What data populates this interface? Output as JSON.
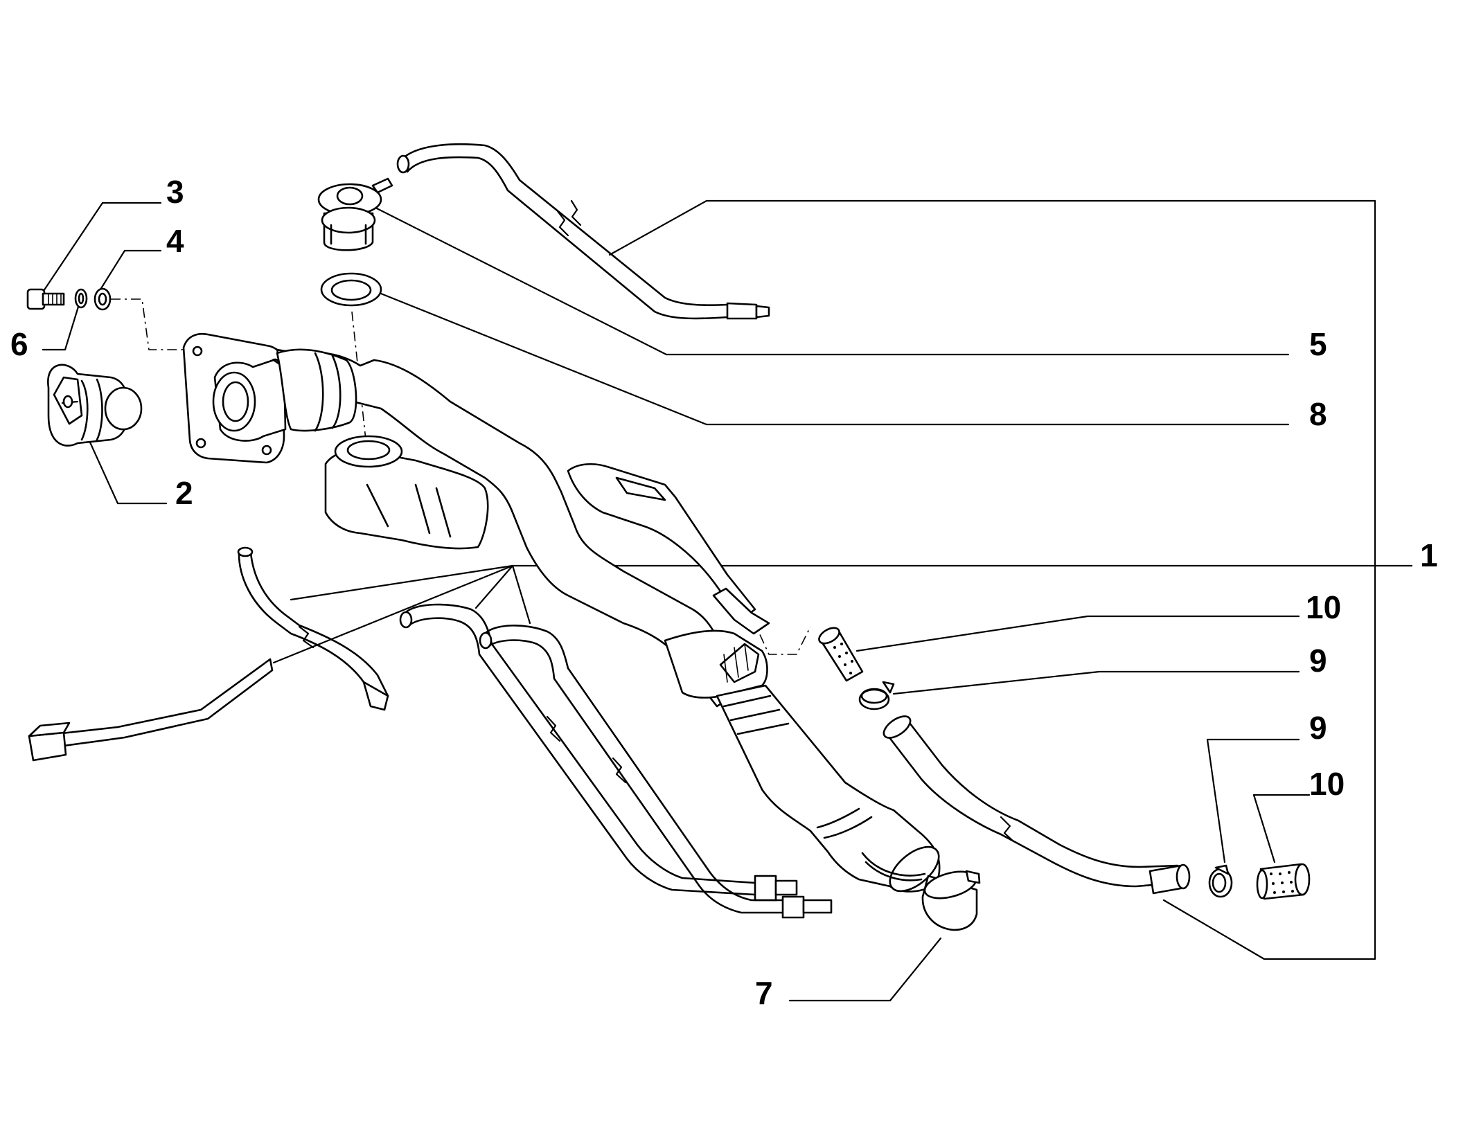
{
  "callouts": [
    {
      "id": "1",
      "label": "1"
    },
    {
      "id": "2",
      "label": "2"
    },
    {
      "id": "3",
      "label": "3"
    },
    {
      "id": "4",
      "label": "4"
    },
    {
      "id": "5",
      "label": "5"
    },
    {
      "id": "6",
      "label": "6"
    },
    {
      "id": "7",
      "label": "7"
    },
    {
      "id": "8",
      "label": "8"
    },
    {
      "id": "9a",
      "label": "9"
    },
    {
      "id": "9b",
      "label": "9"
    },
    {
      "id": "10a",
      "label": "10"
    },
    {
      "id": "10b",
      "label": "10"
    }
  ]
}
